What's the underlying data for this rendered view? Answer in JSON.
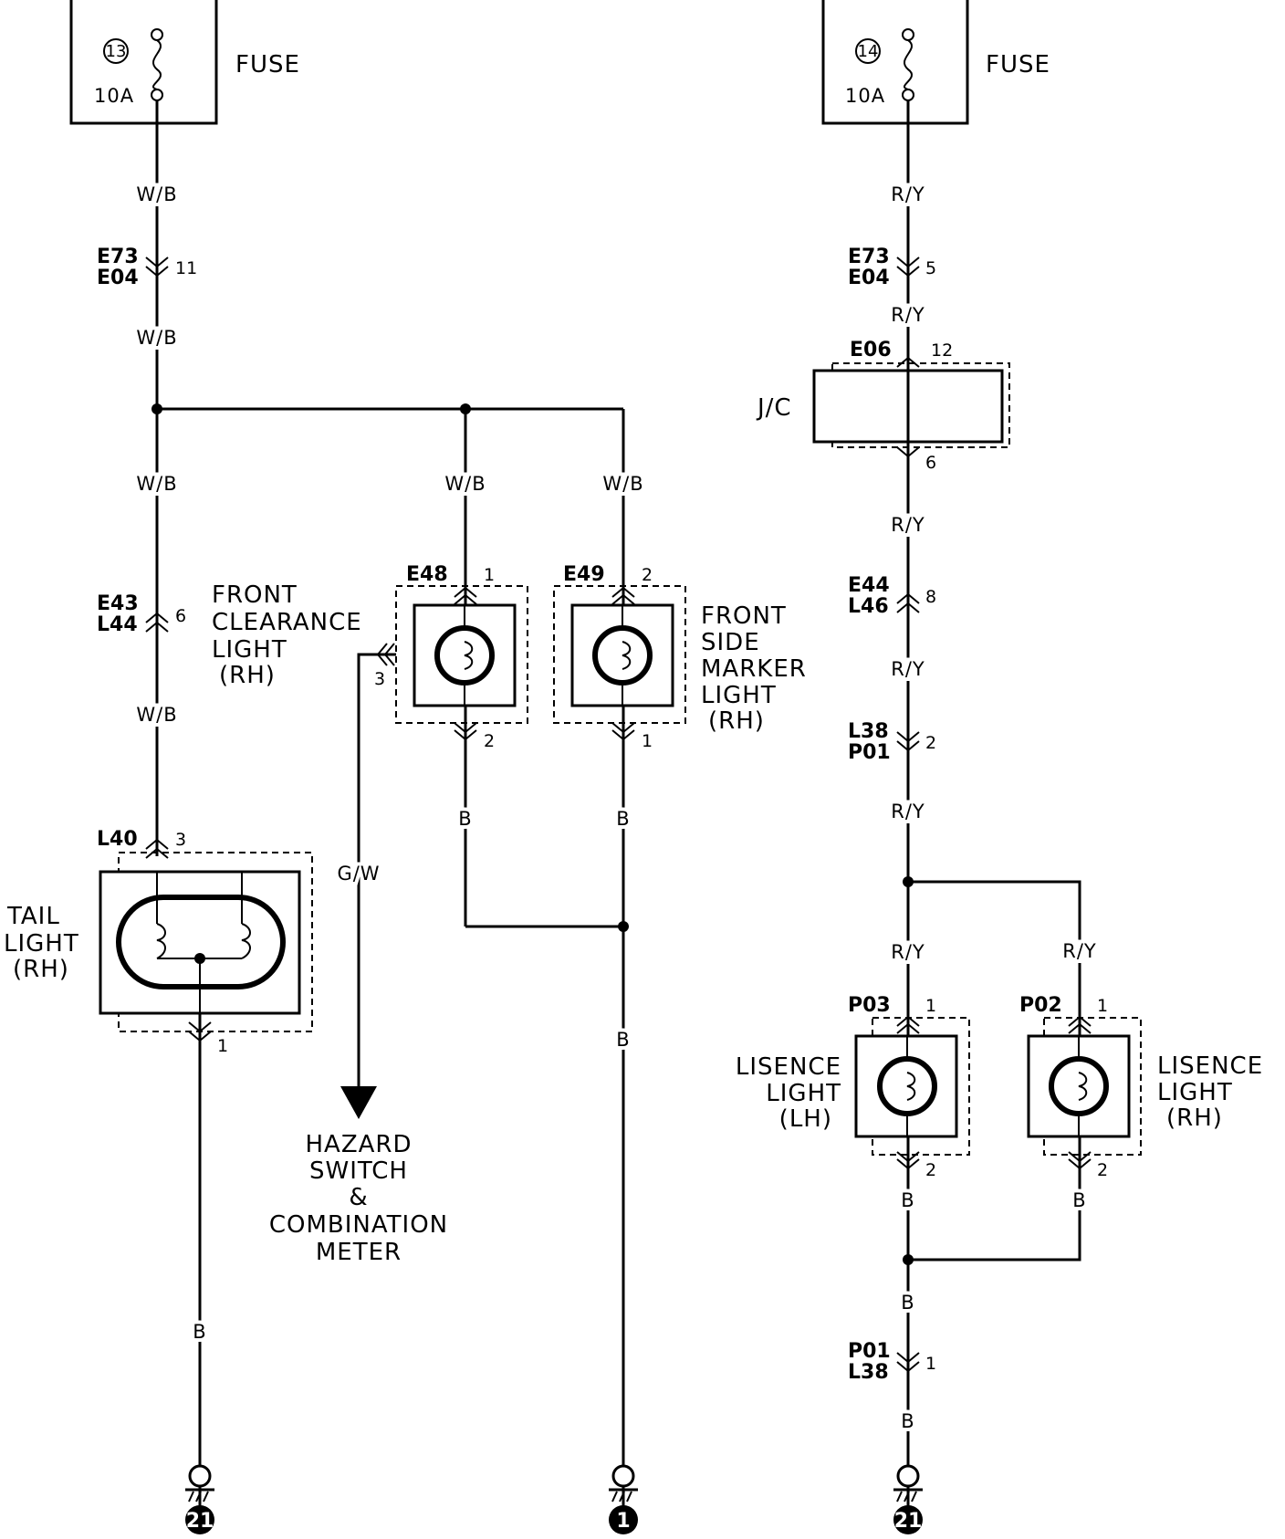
{
  "fuses": [
    {
      "number": "13",
      "rating": "10A",
      "label": "FUSE"
    },
    {
      "number": "14",
      "rating": "10A",
      "label": "FUSE"
    }
  ],
  "wire_labels": {
    "wb_top": "W/B",
    "wb_mid": "W/B",
    "wb_left": "W/B",
    "wb_left_low": "W/B",
    "wb_e48": "W/B",
    "wb_e49": "W/B",
    "b_e48": "B",
    "b_e49": "B",
    "b_e49_low": "B",
    "b_tail": "B",
    "gw": "G/W",
    "ry_1": "R/Y",
    "ry_2": "R/Y",
    "ry_3": "R/Y",
    "ry_4": "R/Y",
    "ry_5": "R/Y",
    "ry_p03": "R/Y",
    "ry_p02": "R/Y",
    "b_p03": "B",
    "b_p02": "B",
    "b_join": "B",
    "b_bottom": "B"
  },
  "connectors": {
    "c1": {
      "a": "E73",
      "b": "E04",
      "pin": "11"
    },
    "c2": {
      "a": "E43",
      "b": "L44",
      "pin": "6"
    },
    "c3": {
      "a": "E73",
      "b": "E04",
      "pin": "5"
    },
    "c4": {
      "a": "E44",
      "b": "L46",
      "pin": "8"
    },
    "c5": {
      "a": "L38",
      "b": "P01",
      "pin": "2"
    },
    "c6": {
      "a": "P01",
      "b": "L38",
      "pin": "1"
    }
  },
  "components": {
    "e48": {
      "code": "E48",
      "pin_top": "1",
      "pin_bottom": "2",
      "pin_side": "3"
    },
    "e49": {
      "code": "E49",
      "pin_top": "2",
      "pin_bottom": "1"
    },
    "l40": {
      "code": "L40",
      "pin_top": "3",
      "pin_bottom": "1"
    },
    "e06": {
      "code": "E06",
      "pin_top": "12",
      "pin_bottom": "6",
      "label": "J/C"
    },
    "p03": {
      "code": "P03",
      "pin_top": "1",
      "pin_bottom": "2"
    },
    "p02": {
      "code": "P02",
      "pin_top": "1",
      "pin_bottom": "2"
    }
  },
  "labels": {
    "front_clearance": [
      "FRONT",
      "CLEARANCE",
      "LIGHT",
      "(RH)"
    ],
    "front_side_marker": [
      "FRONT",
      "SIDE",
      "MARKER",
      "LIGHT",
      "(RH)"
    ],
    "tail_light": [
      "TAIL",
      "LIGHT",
      "(RH)"
    ],
    "hazard": [
      "HAZARD",
      "SWITCH",
      "&",
      "COMBINATION",
      "METER"
    ],
    "license_lh": [
      "LISENCE",
      "LIGHT",
      "(LH)"
    ],
    "license_rh": [
      "LISENCE",
      "LIGHT",
      "(RH)"
    ]
  },
  "grounds": [
    {
      "number": "21"
    },
    {
      "number": "1"
    },
    {
      "number": "21"
    }
  ]
}
